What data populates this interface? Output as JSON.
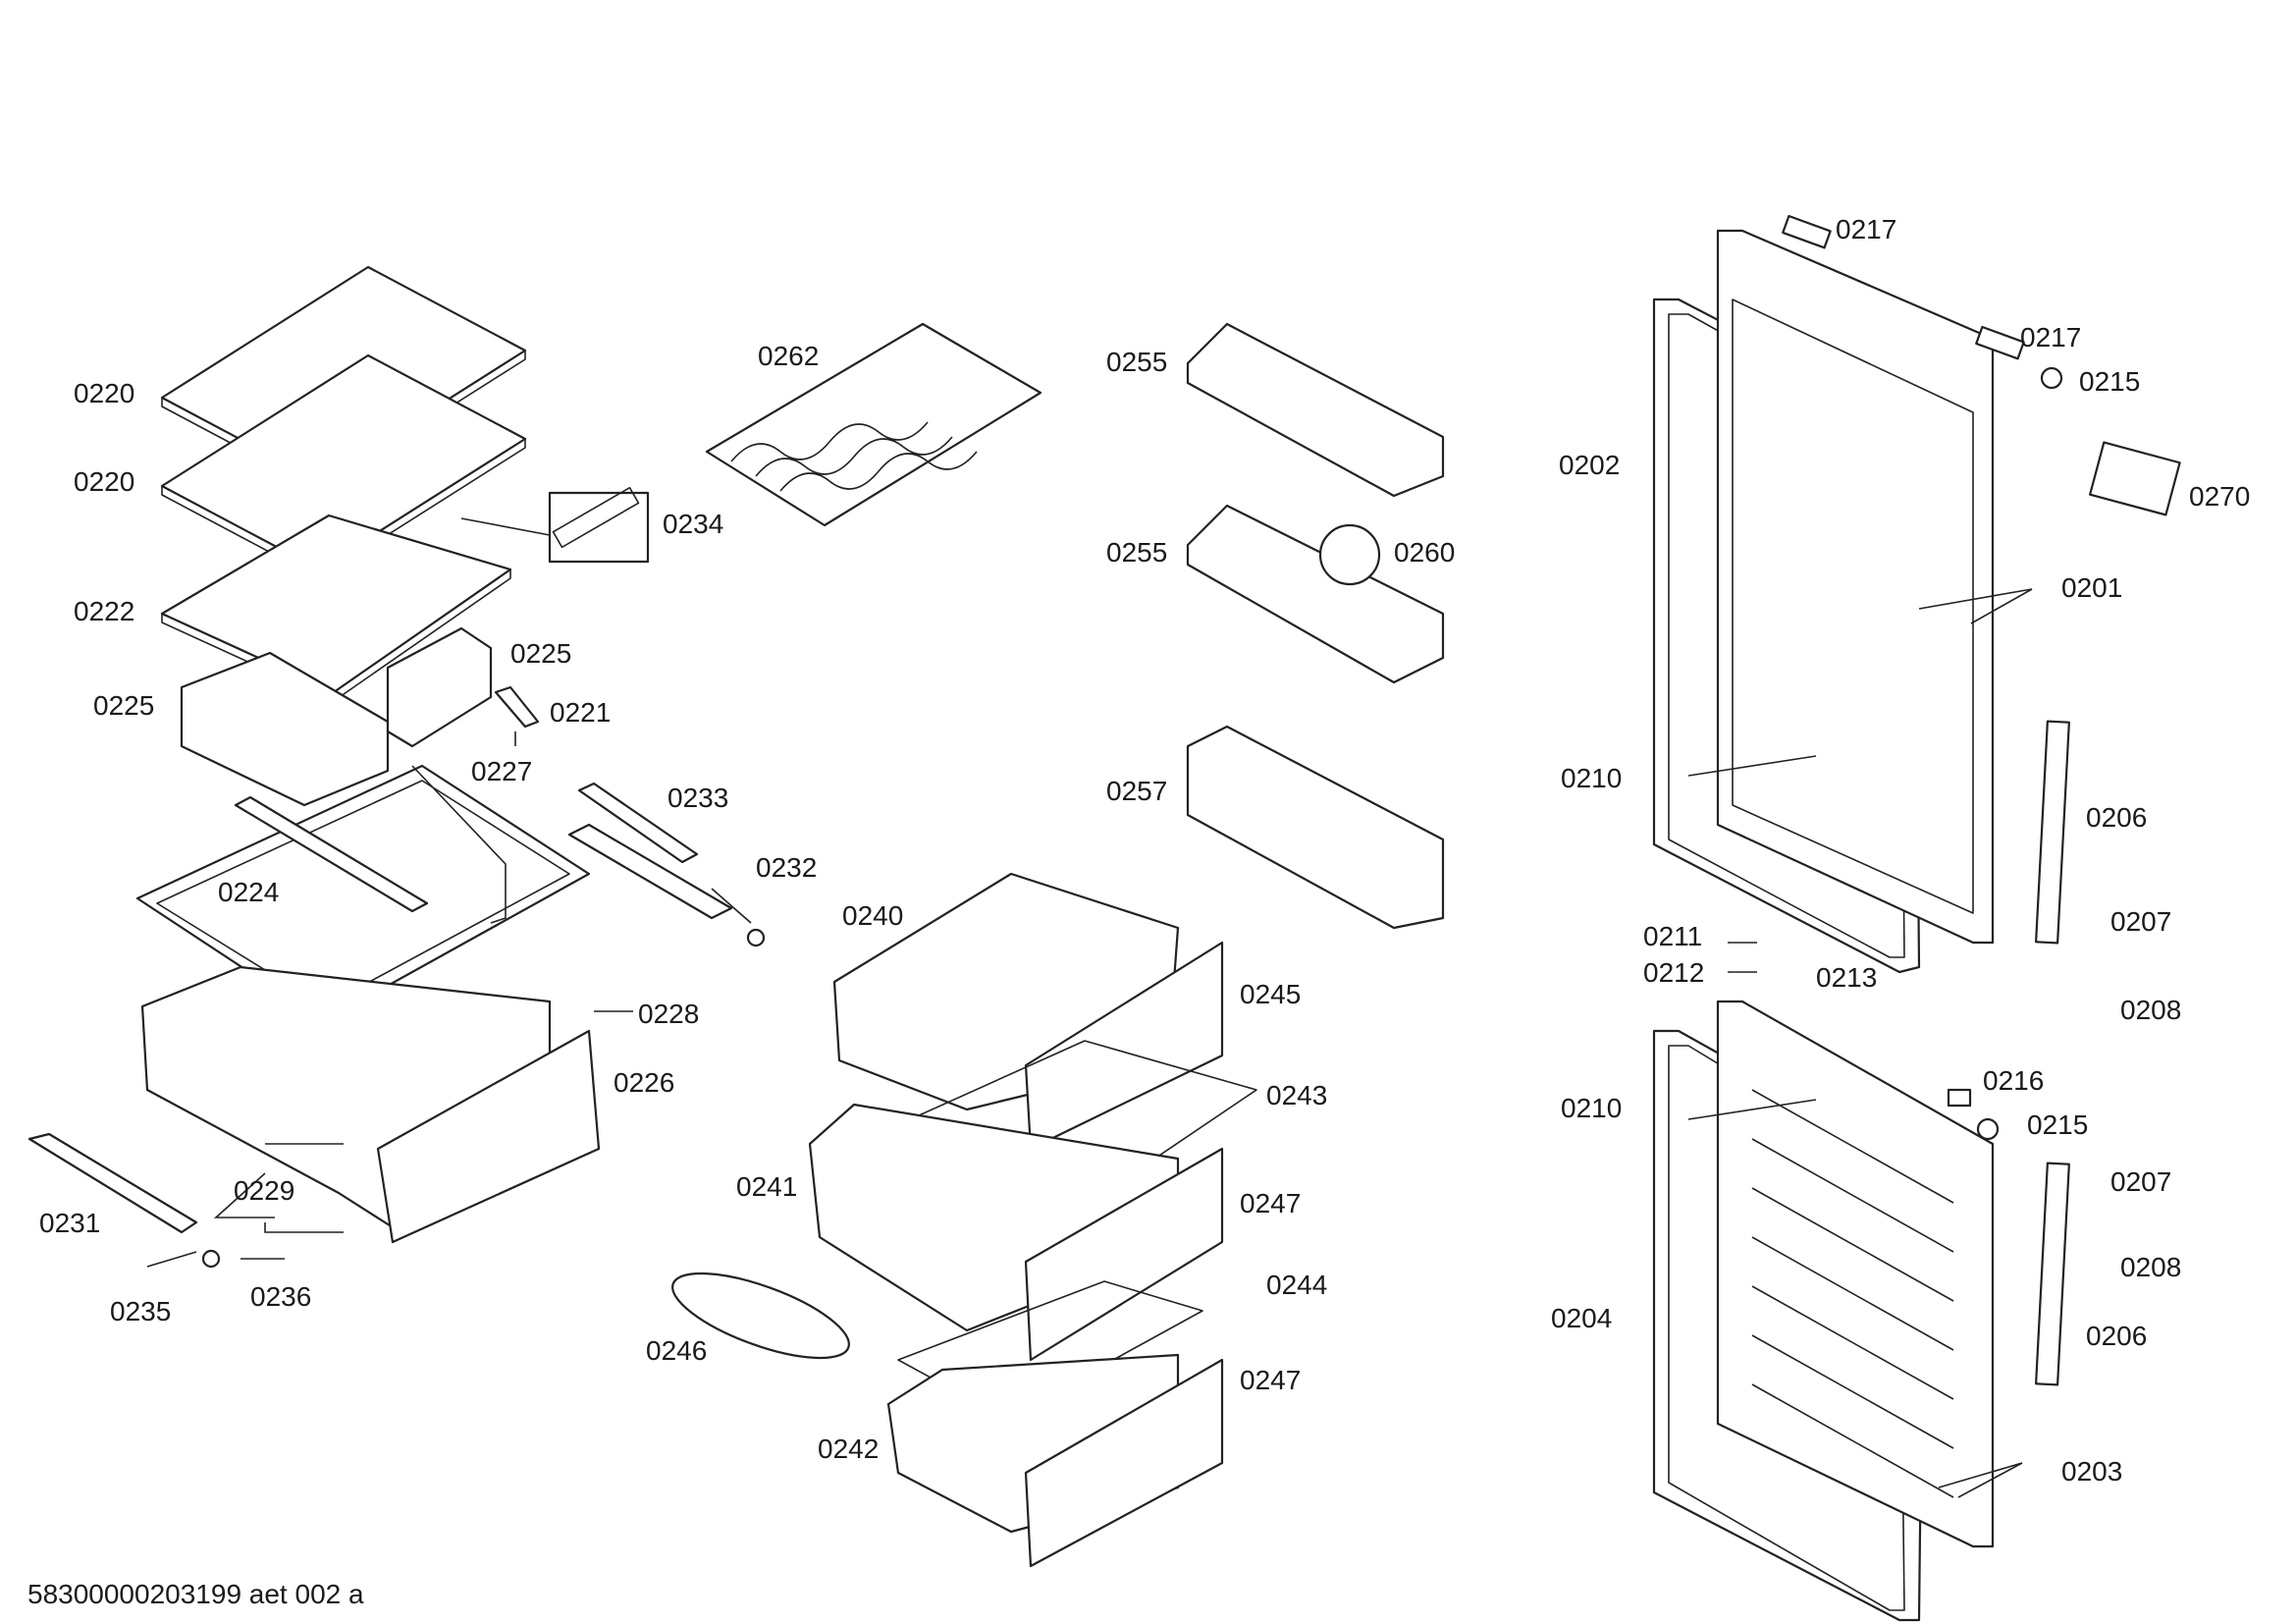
{
  "document_code": "58300000203199 aet 002 a",
  "parts": [
    {
      "number": "0220"
    },
    {
      "number": "0220"
    },
    {
      "number": "0222"
    },
    {
      "number": "0225"
    },
    {
      "number": "0225"
    },
    {
      "number": "0221"
    },
    {
      "number": "0227"
    },
    {
      "number": "0224"
    },
    {
      "number": "0234"
    },
    {
      "number": "0233"
    },
    {
      "number": "0232"
    },
    {
      "number": "0228"
    },
    {
      "number": "0226"
    },
    {
      "number": "0229"
    },
    {
      "number": "0231"
    },
    {
      "number": "0235"
    },
    {
      "number": "0236"
    },
    {
      "number": "0262"
    },
    {
      "number": "0255"
    },
    {
      "number": "0255"
    },
    {
      "number": "0260"
    },
    {
      "number": "0257"
    },
    {
      "number": "0240"
    },
    {
      "number": "0245"
    },
    {
      "number": "0243"
    },
    {
      "number": "0241"
    },
    {
      "number": "0247"
    },
    {
      "number": "0244"
    },
    {
      "number": "0246"
    },
    {
      "number": "0247"
    },
    {
      "number": "0242"
    },
    {
      "number": "0217"
    },
    {
      "number": "0217"
    },
    {
      "number": "0215"
    },
    {
      "number": "0202"
    },
    {
      "number": "0270"
    },
    {
      "number": "0201"
    },
    {
      "number": "0210"
    },
    {
      "number": "0206"
    },
    {
      "number": "0211"
    },
    {
      "number": "0207"
    },
    {
      "number": "0212"
    },
    {
      "number": "0213"
    },
    {
      "number": "0208"
    },
    {
      "number": "0216"
    },
    {
      "number": "0210"
    },
    {
      "number": "0215"
    },
    {
      "number": "0207"
    },
    {
      "number": "0208"
    },
    {
      "number": "0204"
    },
    {
      "number": "0206"
    },
    {
      "number": "0203"
    }
  ]
}
